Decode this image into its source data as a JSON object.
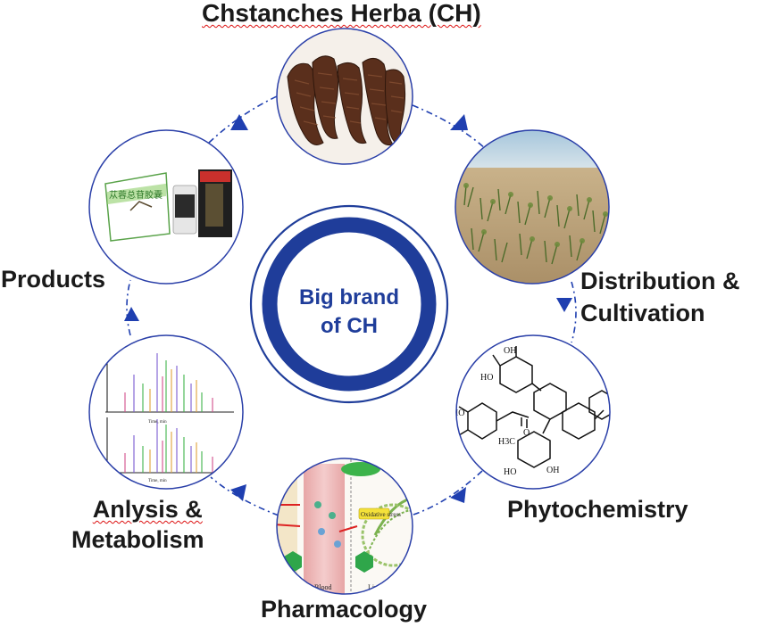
{
  "colors": {
    "arrow": "#1f3fb0",
    "ring": "#1f3d9a",
    "node_border": "#2a3fa8",
    "text": "#1a1a1a",
    "center_text": "#1f3d9a"
  },
  "center": {
    "line1": "Big brand",
    "line2": "of CH"
  },
  "nodes": [
    {
      "title": "Chstanches Herba (CH)",
      "image": "dried-root-photo"
    },
    {
      "title_line1": "Distribution &",
      "title_line2": "Cultivation",
      "image": "desert-field-photo"
    },
    {
      "title": "Phytochemistry",
      "image": "molecular-structure"
    },
    {
      "title": "Pharmacology",
      "image": "mechanism-diagram"
    },
    {
      "title_line1": "Anlysis &",
      "title_line2": "Metabolism",
      "image": "chromatogram"
    },
    {
      "title": "Products",
      "image": "product-boxes-photo"
    }
  ],
  "structure_labels": [
    "OH",
    "HO",
    "O",
    "H3C"
  ],
  "chromatogram_axis_label": "Time, min",
  "pharma_labels": {
    "blood": "Blood",
    "liver": "Liver",
    "stress": "Oxidative stress"
  },
  "product_box_text": "苁蓉总苷胶囊"
}
